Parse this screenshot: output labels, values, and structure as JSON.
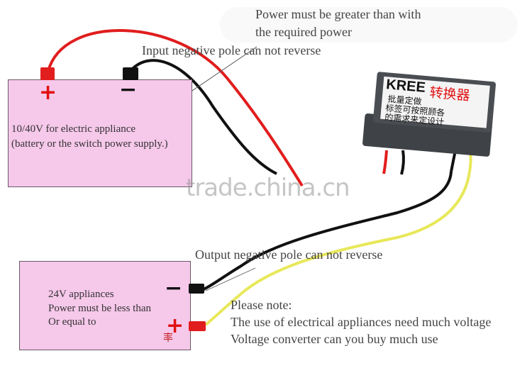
{
  "notes": {
    "power_line1": "Power must be greater than with",
    "power_line2": "the required power",
    "input_pole": "Input negative pole can not reverse",
    "output_pole": "Output negative pole can not reverse",
    "please_note": "Please note:",
    "usage_line": "The use of electrical appliances need much voltage",
    "buy_line": "Voltage converter can you buy much use"
  },
  "input_box": {
    "line1": "10/40V for electric appliance",
    "line2": "(battery or the switch power supply.)",
    "plus": "+",
    "minus": "−"
  },
  "output_box": {
    "line1": "24V appliances",
    "line2": "Power must be less than",
    "line3": "Or equal to",
    "plus": "+",
    "minus": "−",
    "stamp": "率"
  },
  "converter": {
    "brand": "KREE",
    "title": "转换器",
    "line1": "批量定做",
    "line2": "标签可按照顾各",
    "line3": "的需求来定设计"
  },
  "watermark": "trade.china.cn",
  "colors": {
    "box_fill": "#f6c8ea",
    "wire_red": "#e11d1d",
    "wire_black": "#111111",
    "wire_yellow": "#e8e85a",
    "converter_body": "#3f4246"
  }
}
